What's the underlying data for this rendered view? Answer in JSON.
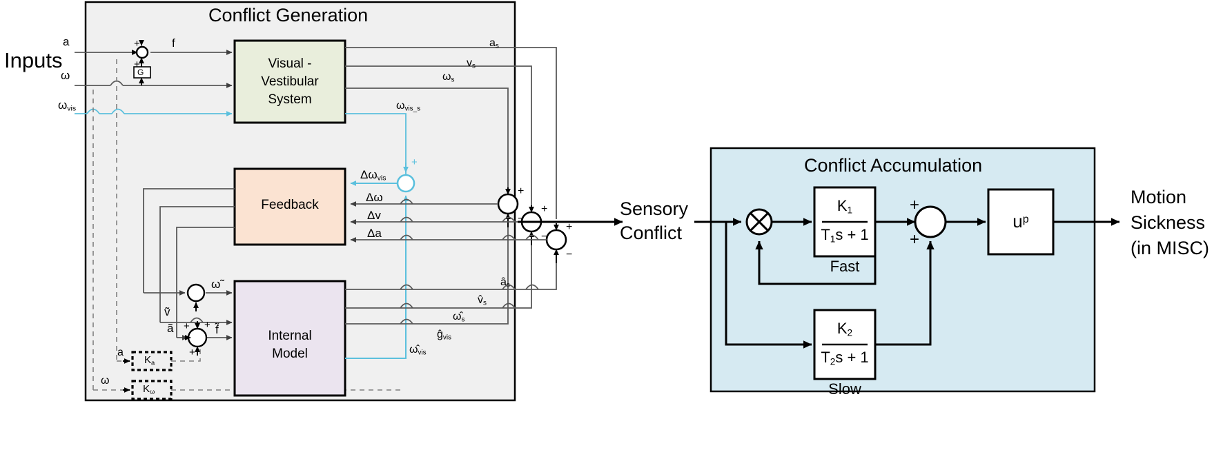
{
  "colors": {
    "panel_left_bg": "#f0f0f0",
    "panel_right_bg": "#d6eaf2",
    "visual_vestibular_bg": "#e9eedc",
    "feedback_bg": "#fbe3d2",
    "internal_model_bg": "#ebe4ef",
    "white_block_bg": "#ffffff",
    "line_gray": "#595959",
    "line_black": "#000000",
    "line_cyan": "#5bc0dd",
    "dashed_gray": "#808080"
  },
  "panels": {
    "left": {
      "title": "Conflict Generation"
    },
    "right": {
      "title": "Conflict Accumulation"
    }
  },
  "inputs": {
    "group_label": "Inputs",
    "signals": [
      {
        "name": "input-a",
        "label": "a"
      },
      {
        "name": "input-omega",
        "label": "ω"
      },
      {
        "name": "input-omega-vis",
        "label": "ω",
        "sub": "vis"
      }
    ]
  },
  "blocks": {
    "visual_vestibular": {
      "lines": [
        "Visual -",
        "Vestibular",
        "System"
      ]
    },
    "feedback": {
      "lines": [
        "Feedback"
      ]
    },
    "internal_model": {
      "lines": [
        "Internal",
        "Model"
      ]
    },
    "gain_g": {
      "label": "G"
    },
    "gain_ka": {
      "label": "K",
      "sub": "a"
    },
    "gain_komega": {
      "label": "K",
      "sub": "ω"
    },
    "fast": {
      "numerator": "K",
      "num_sub": "1",
      "denominator": "T",
      "den_sub": "1",
      "den_rest": "s + 1",
      "caption": "Fast"
    },
    "slow": {
      "numerator": "K",
      "num_sub": "2",
      "denominator": "T",
      "den_sub": "2",
      "den_rest": "s + 1",
      "caption": "Slow"
    },
    "power": {
      "base": "u",
      "exp": "p"
    }
  },
  "signal_labels": {
    "f": "f",
    "a_s": {
      "base": "a",
      "sub": "s"
    },
    "v_s": {
      "base": "v",
      "sub": "s"
    },
    "omega_s": {
      "base": "ω",
      "sub": "s"
    },
    "omega_vis_s": {
      "base": "ω",
      "sub": "vis_s"
    },
    "delta_omega_vis": {
      "base": "Δω",
      "sub": "vis"
    },
    "delta_omega": "Δω",
    "delta_v": "Δv",
    "delta_a": "Δa",
    "omega_tilde": "ω̃",
    "v_tilde": "ṽ",
    "a_tilde": "ã",
    "f_tilde": "f̃",
    "a_hat_s": {
      "base": "â",
      "sub": "s"
    },
    "v_hat_s": {
      "base": "v̂",
      "sub": "s"
    },
    "omega_hat_s": {
      "base": "ω̂",
      "sub": "s"
    },
    "g_hat_vis": {
      "base": "ĝ",
      "sub": "vis"
    },
    "omega_hat_vis": {
      "base": "ω̂",
      "sub": "vis"
    },
    "a_dashed": "a",
    "omega_dashed": "ω"
  },
  "junction_signs": {
    "plus": "+",
    "minus": "−"
  },
  "io_labels": {
    "sensory_conflict": [
      "Sensory",
      "Conflict"
    ],
    "motion_sickness": [
      "Motion",
      "Sickness",
      "(in MISC)"
    ]
  }
}
